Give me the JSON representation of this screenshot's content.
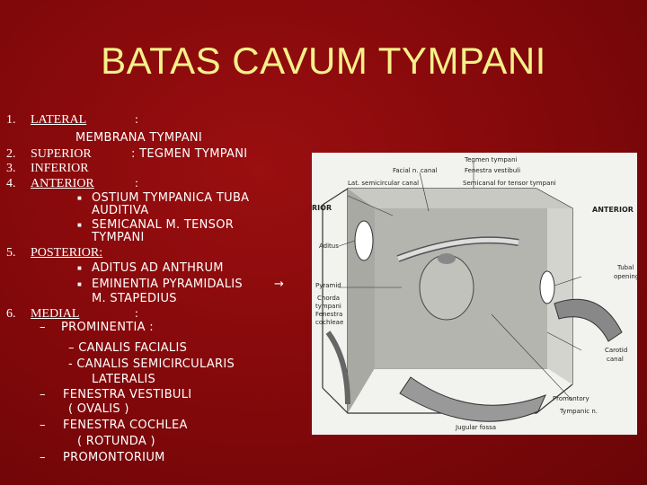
{
  "slide": {
    "title": "BATAS CAVUM TYMPANI"
  },
  "items": {
    "lateral": {
      "num": "1.",
      "label": "LATERAL",
      "colon": ":",
      "value": "MEMBRANA TYMPANI"
    },
    "superior": {
      "num": "2.",
      "label": "SUPERIOR",
      "value": ": TEGMEN TYMPANI"
    },
    "inferior": {
      "num": "3.",
      "label": "INFERIOR"
    },
    "anterior": {
      "num": "4.",
      "label": "ANTERIOR",
      "colon": ":",
      "sub1_line1": "OSTIUM TYMPANICA TUBA",
      "sub1_line2": "AUDITIVA",
      "sub2_line1": "SEMICANAL M. TENSOR",
      "sub2_line2": "TYMPANI"
    },
    "posterior": {
      "num": "5.",
      "label": "POSTERIOR:",
      "sub1": "ADITUS AD ANTHRUM",
      "sub2": "EMINENTIA PYRAMIDALIS",
      "sub2_arrow": "→",
      "sub2_cont": "M. STAPEDIUS"
    },
    "medial": {
      "num": "6.",
      "label": "MEDIAL",
      "colon": ":",
      "dash": "–",
      "prominentia": "PROMINENTIA :",
      "canalis1": "– CANALIS FACIALIS",
      "canalis2": "- CANALIS SEMICIRCULARIS",
      "canalis2_cont": "LATERALIS",
      "fenestra_vestibuli": "FENESTRA VESTIBULI",
      "fenestra_vestibuli_cont": "( OVALIS )",
      "fenestra_cochlea": "FENESTRA COCHLEA",
      "fenestra_cochlea_cont": "( ROTUNDA )",
      "promontorium": "PROMONTORIUM"
    }
  },
  "figure": {
    "labels": {
      "tegmen": "Tegmen tympani",
      "facial": "Facial n. canal",
      "fenestra_vestibuli": "Fenestra vestibuli",
      "lat_semi": "Lat. semicircular canal",
      "semicanal": "Semicanal for tensor tympani",
      "rior": "RIOR",
      "anterior": "ANTERIOR",
      "aditus": "Aditus",
      "tubal1": "Tubal",
      "tubal2": "opening",
      "pyramid": "Pyramid",
      "chorda1": "Chorda",
      "chorda2": "tympani",
      "fenestra_c1": "Fenestra",
      "fenestra_c2": "cochleae",
      "carotid1": "Carotid",
      "carotid2": "canal",
      "promontory": "Promontory",
      "tympanic_n": "Tympanic n.",
      "jugular": "Jugular fossa"
    }
  }
}
